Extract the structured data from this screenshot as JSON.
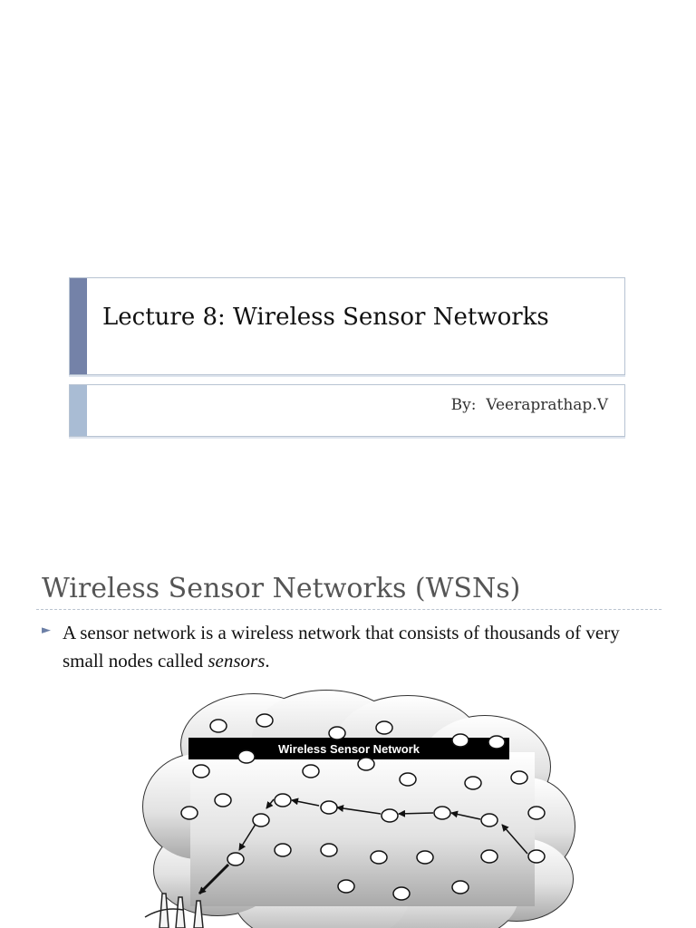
{
  "title_slide": {
    "title": "Lecture 8: Wireless Sensor Networks",
    "author": "By:  Veeraprathap.V"
  },
  "content_slide": {
    "heading": "Wireless Sensor Networks (WSNs)",
    "bullet": {
      "text_before": "A sensor network is a wireless network that consists of thousands of very small nodes called ",
      "emphasis": "sensors",
      "text_after": "."
    },
    "figure": {
      "banner": "Wireless Sensor Network",
      "icon": "base-station-antenna-icon"
    }
  },
  "colors": {
    "title_accent": "#7482a8",
    "author_accent": "#a9bcd4",
    "heading": "#555555",
    "bullet_marker": "#6c7fa6"
  }
}
